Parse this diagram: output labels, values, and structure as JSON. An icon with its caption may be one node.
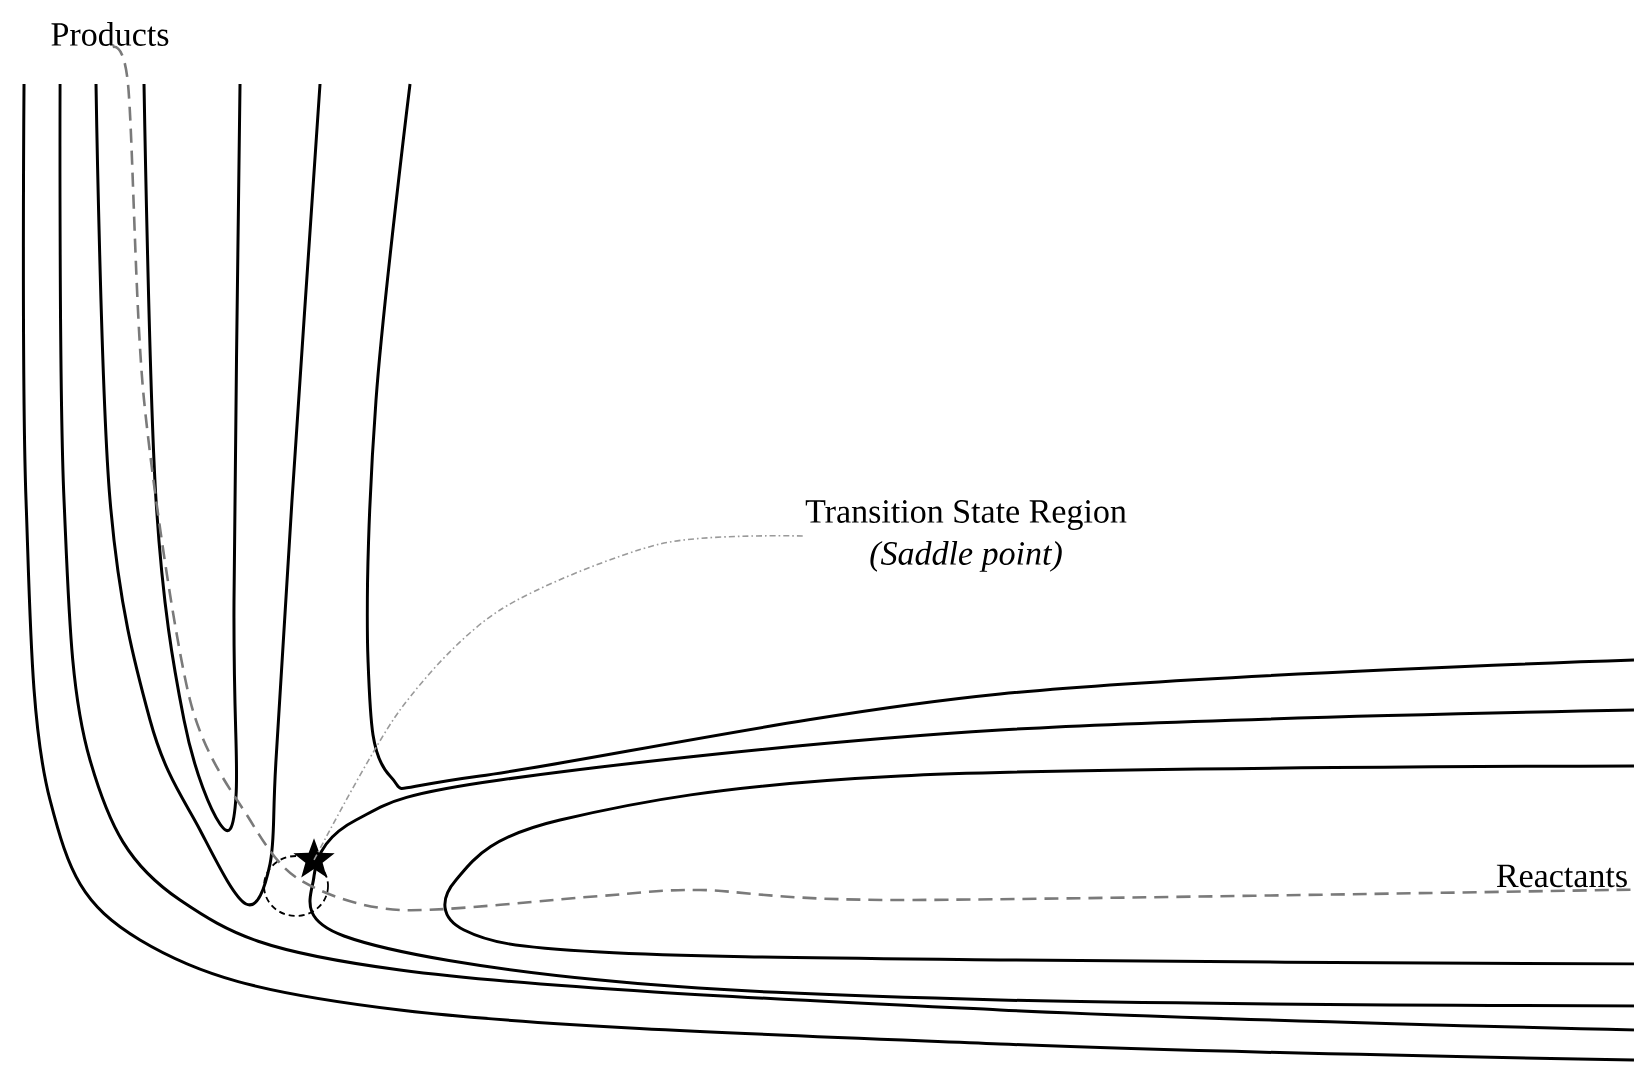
{
  "diagram": {
    "nodes": [
      {
        "text": [
          "Products"
        ]
      },
      {
        "text": [
          "Transition State Region",
          "(Saddle point)"
        ]
      },
      {
        "text": [],
        "shape": "star"
      },
      {
        "text": [
          "Reactants"
        ]
      }
    ],
    "edges": [
      {
        "from": 3,
        "to": 0,
        "arrow": "none",
        "style": "dashed",
        "color": "#7a7a7a"
      },
      {
        "from": 1,
        "to": 2,
        "arrow": "none",
        "style": "dashed",
        "color": "#9a9a9a"
      }
    ]
  }
}
